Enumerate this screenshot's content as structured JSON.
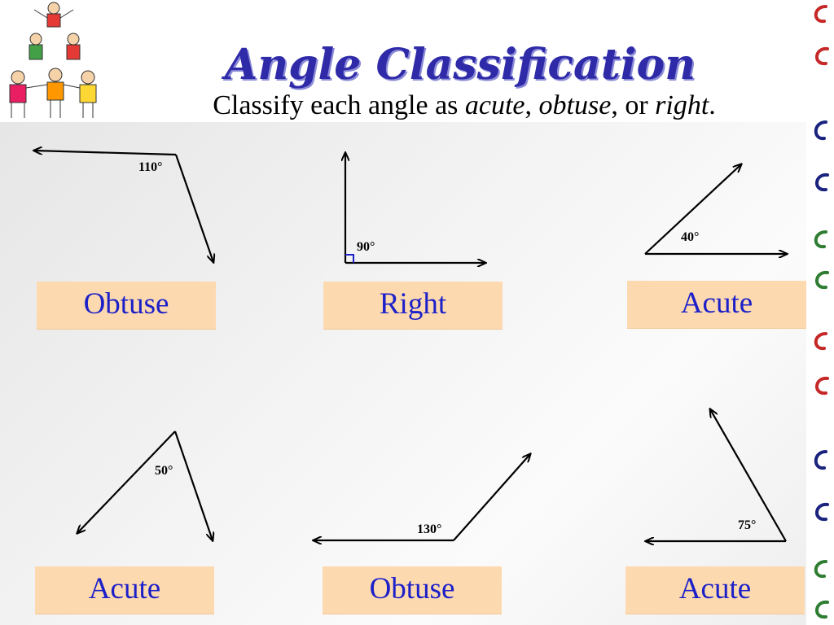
{
  "slide": {
    "title": "Angle Classification",
    "instruction": {
      "prefix": "Classify each angle as ",
      "term1": "acute",
      "sep1": ", ",
      "term2": "obtuse",
      "sep2": ", or ",
      "term3": "right",
      "suffix": "."
    }
  },
  "angles": [
    {
      "degree_label": "110°",
      "answer": "Obtuse"
    },
    {
      "degree_label": "90°",
      "answer": "Right"
    },
    {
      "degree_label": "40°",
      "answer": "Acute"
    },
    {
      "degree_label": "50°",
      "answer": "Acute"
    },
    {
      "degree_label": "130°",
      "answer": "Obtuse"
    },
    {
      "degree_label": "75°",
      "answer": "Acute"
    }
  ],
  "colors": {
    "title": "#2f2aa8",
    "answer_text": "#1b20c8",
    "answer_box": "#fdd9b0",
    "right_angle_marker": "#1b20c8"
  },
  "icons": {
    "clipart": "children-pyramid-clipart",
    "border": "swirl-border-decoration"
  }
}
